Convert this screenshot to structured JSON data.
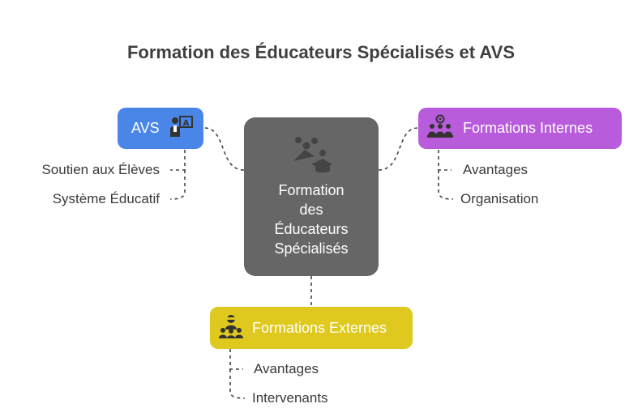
{
  "title": "Formation des Éducateurs Spécialisés et AVS",
  "center": {
    "lines": [
      "Formation",
      "des",
      "Éducateurs",
      "Spécialisés"
    ],
    "icon": "teacher-graduation-icon"
  },
  "nodes": {
    "avs": {
      "label": "AVS",
      "icon": "teacher-board-icon",
      "color": "#4a86e8"
    },
    "internes": {
      "label": "Formations Internes",
      "icon": "group-meeting-icon",
      "color": "#b85cdc"
    },
    "externes": {
      "label": "Formations Externes",
      "icon": "instructor-group-icon",
      "color": "#dfc91f"
    }
  },
  "leaves": {
    "avs": [
      "Soutien aux Élèves",
      "Système Éducatif"
    ],
    "internes": [
      "Avantages",
      "Organisation"
    ],
    "externes": [
      "Avantages",
      "Intervenants"
    ]
  },
  "colors": {
    "center": "#666666",
    "connector": "#444444",
    "text": "#3a3a3a"
  }
}
